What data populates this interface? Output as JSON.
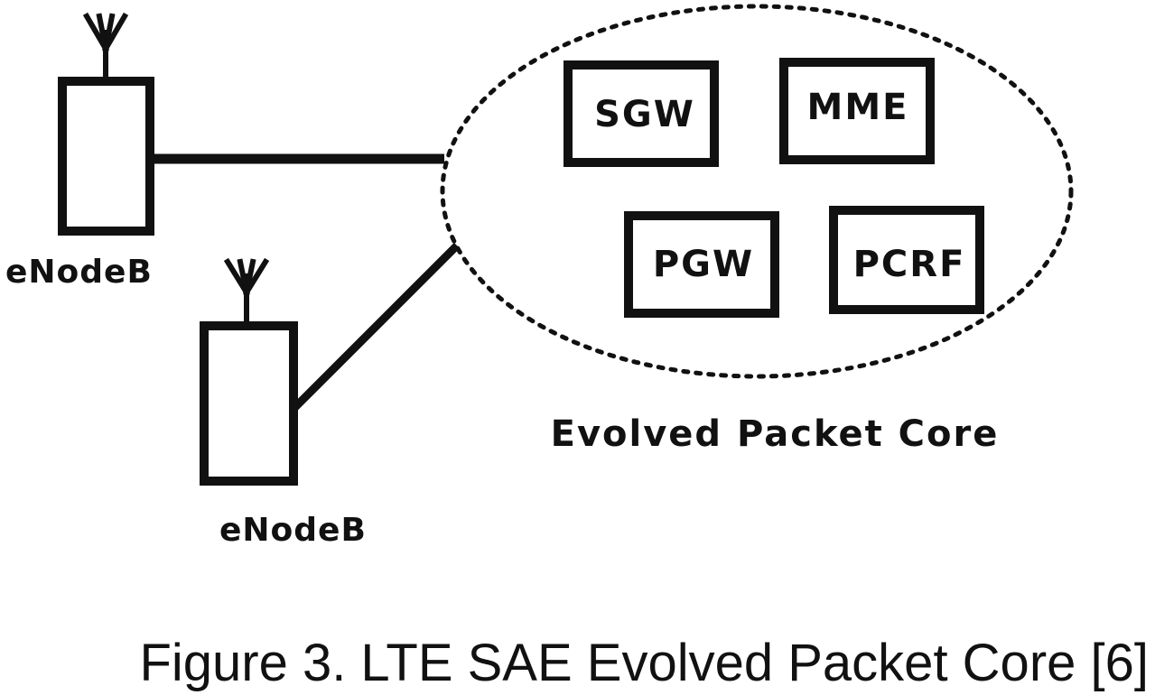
{
  "diagram": {
    "enodeb_top": {
      "label": "eNodeB"
    },
    "enodeb_bottom": {
      "label": "eNodeB"
    },
    "core": {
      "label": "Evolved Packet Core",
      "components": {
        "sgw": "SGW",
        "mme": "MME",
        "pgw": "PGW",
        "pcrf": "PCRF"
      }
    }
  },
  "caption": "Figure 3. LTE SAE Evolved Packet Core [6]",
  "colors": {
    "ink": "#111111",
    "background": "#ffffff"
  }
}
